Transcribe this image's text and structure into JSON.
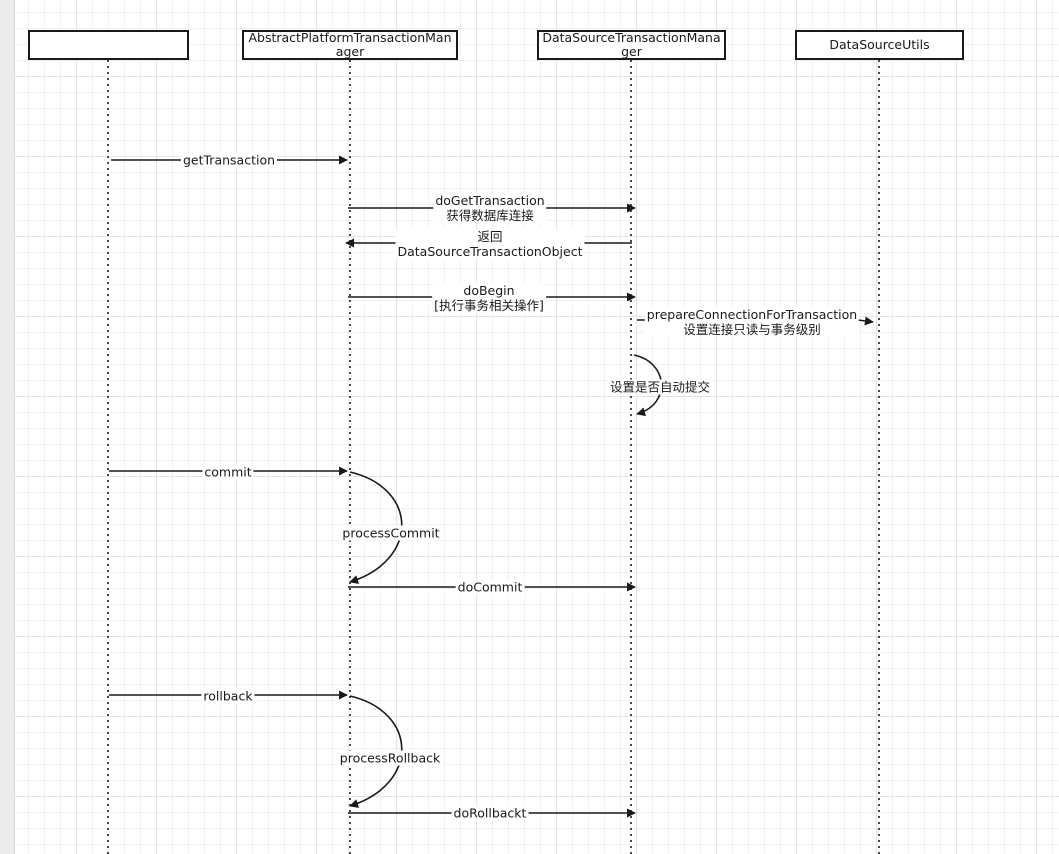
{
  "participants": [
    {
      "id": "p0",
      "name": ""
    },
    {
      "id": "p1",
      "name": "AbstractPlatformTransactionManager"
    },
    {
      "id": "p2",
      "name": "DataSourceTransactionManager"
    },
    {
      "id": "p3",
      "name": "DataSourceUtils"
    }
  ],
  "messages": {
    "getTransaction": "getTransaction",
    "doGetTransaction": "doGetTransaction",
    "doGetTransaction_note": "获得数据库连接",
    "return_line1": "返回",
    "return_line2": "DataSourceTransactionObject",
    "doBegin": "doBegin",
    "doBegin_note": "[执行事务相关操作]",
    "prepareConnection": "prepareConnectionForTransaction",
    "prepareConnection_note": "设置连接只读与事务级别",
    "autoCommit": "设置是否自动提交",
    "commit": "commit",
    "processCommit": "processCommit",
    "doCommit": "doCommit",
    "rollback": "rollback",
    "processRollback": "processRollback",
    "doRollback": "doRollbackt"
  },
  "colors": {
    "line": "#1a1a1a",
    "grid_major": "#e4e4e4",
    "grid_minor": "#f1f1f1"
  }
}
